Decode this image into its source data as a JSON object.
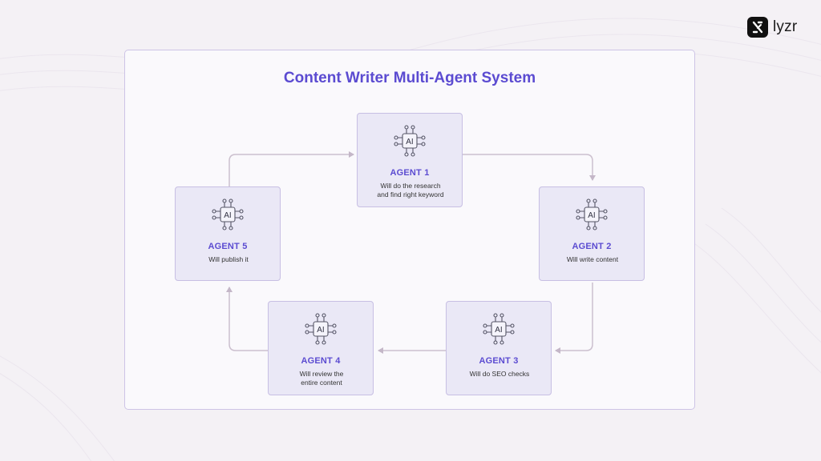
{
  "brand": {
    "name": "lyzr",
    "mark_color": "#111111"
  },
  "diagram": {
    "title": "Content Writer Multi-Agent System",
    "icon_text": "AI",
    "accent_color": "#5b4bd1",
    "arrow_color": "#cbbfce",
    "flow": [
      "agent1",
      "agent2",
      "agent3",
      "agent4",
      "agent5",
      "agent1"
    ],
    "agents": {
      "agent1": {
        "name": "AGENT 1",
        "description": "Will do the research\nand find right keyword"
      },
      "agent2": {
        "name": "AGENT 2",
        "description": "Will write content"
      },
      "agent3": {
        "name": "AGENT 3",
        "description": "Will do SEO checks"
      },
      "agent4": {
        "name": "AGENT 4",
        "description": "Will review the\nentire content"
      },
      "agent5": {
        "name": "AGENT 5",
        "description": "Will publish it"
      }
    }
  }
}
